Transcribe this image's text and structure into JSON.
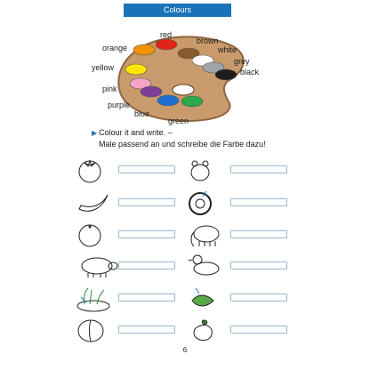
{
  "header": {
    "title": "Colours"
  },
  "palette_labels": {
    "red": "red",
    "brown": "brown",
    "white": "white",
    "grey": "grey",
    "black": "black",
    "orange": "orange",
    "yellow": "yellow",
    "pink": "pink",
    "purple": "purple",
    "blue": "blue",
    "green": "green"
  },
  "paint_colors": {
    "red": "#e2231a",
    "brown": "#8b5a2b",
    "white": "#ffffff",
    "grey": "#a0a4a8",
    "black": "#1e1e1e",
    "orange": "#f39200",
    "yellow": "#ffe600",
    "pink": "#f5a3c7",
    "purple": "#7b3f98",
    "blue": "#1f6fd1",
    "green": "#2aa84a",
    "board": "#c99a6b",
    "board_edge": "#8b6540"
  },
  "instructions": {
    "line1": "Colour it and write. –",
    "line2": "Male passend an und schreibe die Farbe dazu!"
  },
  "left_items": [
    "tomato-icon",
    "banana-icon",
    "orange-fruit-icon",
    "pig-icon",
    "pond-icon",
    "plum-icon"
  ],
  "right_items": [
    "frog-icon",
    "tyre-icon",
    "elephant-icon",
    "duck-icon",
    "leaves-icon",
    "aubergine-icon"
  ],
  "footer": {
    "page_number": "6"
  }
}
